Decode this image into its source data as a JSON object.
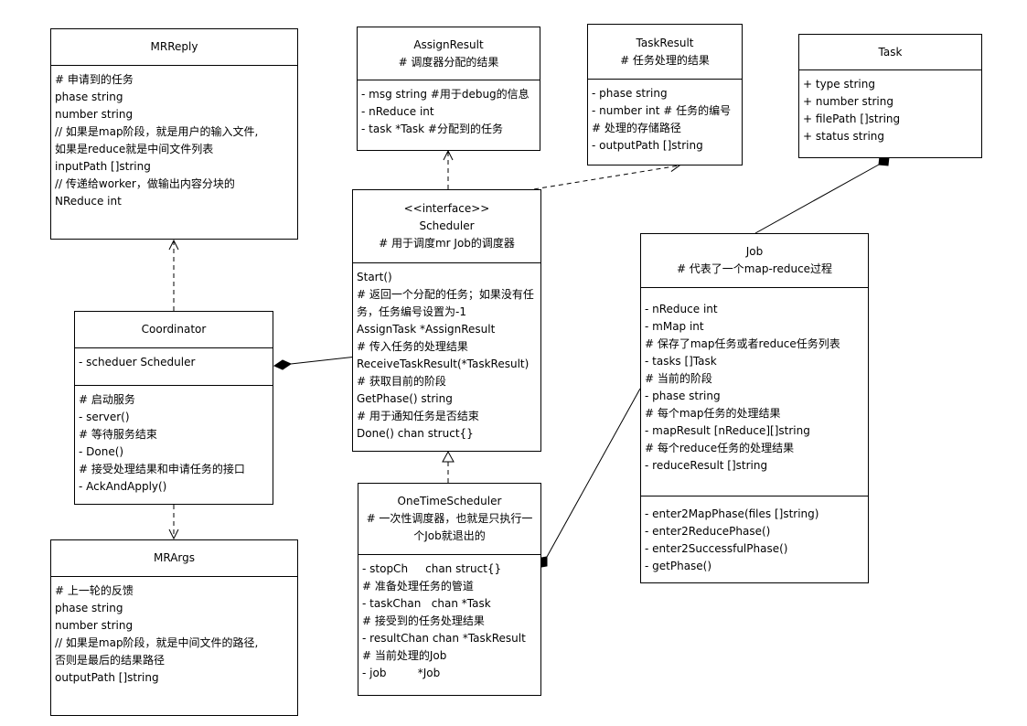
{
  "diagram": {
    "classes": {
      "mrreply": {
        "name": "MRReply",
        "body": [
          "# 申请到的任务",
          "phase string",
          "number string",
          "// 如果是map阶段，就是用户的输入文件,",
          "如果是reduce就是中间文件列表",
          "inputPath []string",
          "// 传递给worker，做输出内容分块的",
          "NReduce int"
        ]
      },
      "assignresult": {
        "name": "AssignResult",
        "subtitle": "# 调度器分配的结果",
        "attributes": [
          "- msg string #用于debug的信息",
          "- nReduce int",
          "- task *Task #分配到的任务"
        ]
      },
      "taskresult": {
        "name": "TaskResult",
        "subtitle": "# 任务处理的结果",
        "attributes": [
          "- phase string",
          "- number int # 任务的编号",
          "# 处理的存储路径",
          "- outputPath []string"
        ]
      },
      "task": {
        "name": "Task",
        "attributes": [
          "+ type string",
          "+ number string",
          "+ filePath []string",
          "+ status string"
        ]
      },
      "scheduler": {
        "stereotype": "<<interface>>",
        "name": "Scheduler",
        "subtitle": "# 用于调度mr Job的调度器",
        "operations": [
          "Start()",
          "# 返回一个分配的任务；如果没有任务，任务编号设置为-1",
          "AssignTask *AssignResult",
          "# 传入任务的处理结果",
          "ReceiveTaskResult(*TaskResult)",
          "# 获取目前的阶段",
          "GetPhase() string",
          "# 用于通知任务是否结束",
          "Done() chan struct{}"
        ]
      },
      "coordinator": {
        "name": "Coordinator",
        "attributes": [
          "- scheduer Scheduler"
        ],
        "operations": [
          "# 启动服务",
          "- server()",
          "# 等待服务结束",
          "- Done()",
          "# 接受处理结果和申请任务的接口",
          "- AckAndApply()"
        ]
      },
      "job": {
        "name": "Job",
        "subtitle": "# 代表了一个map-reduce过程",
        "attributes": [
          "- nReduce int",
          "- mMap int",
          "# 保存了map任务或者reduce任务列表",
          "- tasks []Task",
          "# 当前的阶段",
          "- phase string",
          "# 每个map任务的处理结果",
          "- mapResult [nReduce][]string",
          "# 每个reduce任务的处理结果",
          "- reduceResult []string"
        ],
        "operations": [
          "- enter2MapPhase(files []string)",
          "- enter2ReducePhase()",
          "- enter2SuccessfulPhase()",
          "- getPhase()"
        ]
      },
      "mrargs": {
        "name": "MRArgs",
        "body": [
          "# 上一轮的反馈",
          "phase string",
          "number string",
          "// 如果是map阶段，就是中间文件的路径,",
          "否则是最后的结果路径",
          "outputPath []string"
        ]
      },
      "onetimescheduler": {
        "name": "OneTimeScheduler",
        "subtitle": "# 一次性调度器，也就是只执行一个Job就退出的",
        "attributes": [
          "- stopCh     chan struct{}",
          "# 准备处理任务的管道",
          "- taskChan   chan *Task",
          "# 接受到的任务处理结果",
          "- resultChan chan *TaskResult",
          "# 当前处理的Job",
          "- job         *Job"
        ]
      }
    }
  }
}
